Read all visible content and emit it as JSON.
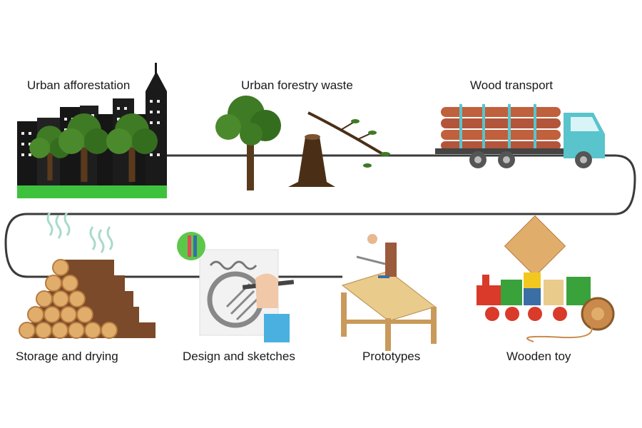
{
  "diagram": {
    "steps": [
      {
        "label": "Urban afforestation",
        "icon": "city-trees-icon"
      },
      {
        "label": "Urban forestry waste",
        "icon": "tree-stump-branch-icon"
      },
      {
        "label": "Wood transport",
        "icon": "logging-truck-icon"
      },
      {
        "label": "Storage and drying",
        "icon": "log-pile-icon"
      },
      {
        "label": "Design and sketches",
        "icon": "sketch-drawing-icon"
      },
      {
        "label": "Prototypes",
        "icon": "carpenter-workbench-icon"
      },
      {
        "label": "Wooden toy",
        "icon": "wooden-toy-train-icon"
      }
    ]
  },
  "colors": {
    "path_line": "#3a3a3a",
    "tree_green": "#3f7a25",
    "trunk_brown": "#5a3a1c",
    "log_orange": "#c98a4b",
    "truck_teal": "#59c4cc",
    "steam_green": "#a8dbc8",
    "grass": "#3ec23e"
  }
}
